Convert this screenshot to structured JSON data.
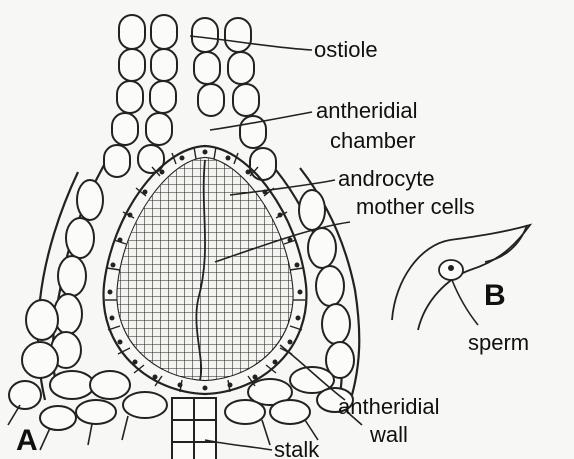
{
  "figure": {
    "panel_a_letter": "A",
    "panel_b_letter": "B",
    "labels": {
      "ostiole": "ostiole",
      "chamber_line1": "antheridial",
      "chamber_line2": "chamber",
      "androcyte_line1": "androcyte",
      "androcyte_line2": "mother cells",
      "wall_line1": "antheridial",
      "wall_line2": "wall",
      "stalk": "stalk",
      "sperm": "sperm"
    }
  }
}
